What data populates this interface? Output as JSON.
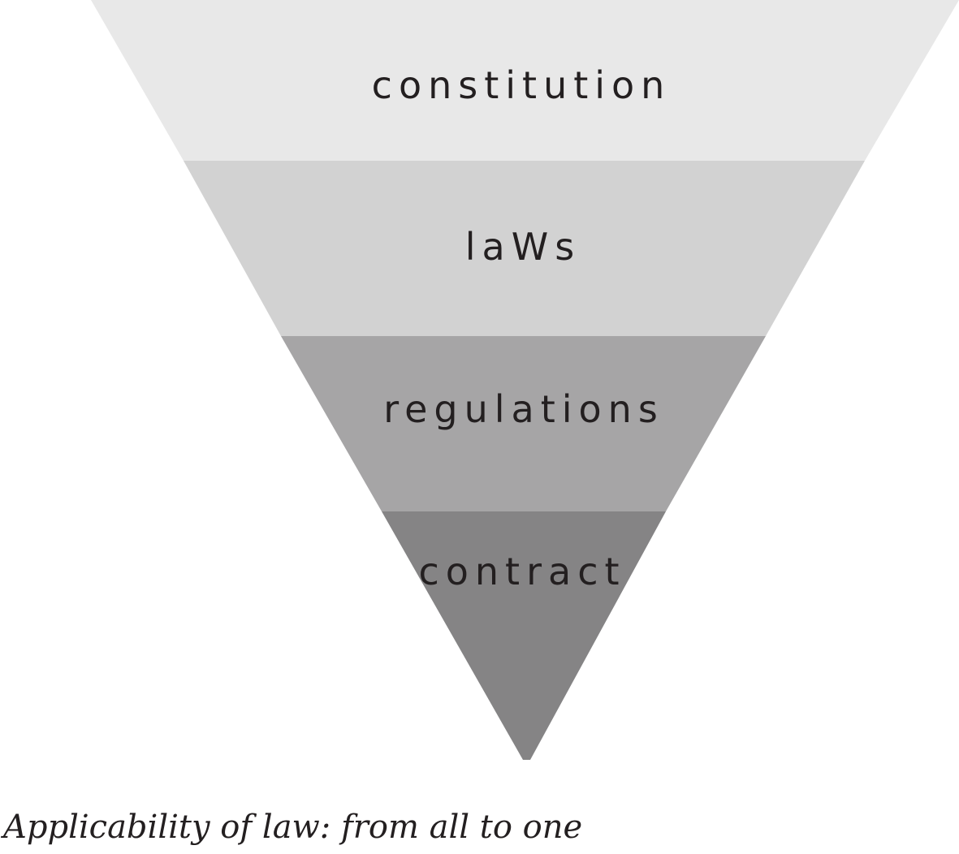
{
  "diagram": {
    "layers": [
      {
        "label": "constitution",
        "color": "#e8e8e8"
      },
      {
        "label": "laWs",
        "color": "#d2d2d2"
      },
      {
        "label": "regulations",
        "color": "#a6a5a6"
      },
      {
        "label": "contract",
        "color": "#858485"
      }
    ]
  },
  "caption": "Applicability of law: from all to one"
}
